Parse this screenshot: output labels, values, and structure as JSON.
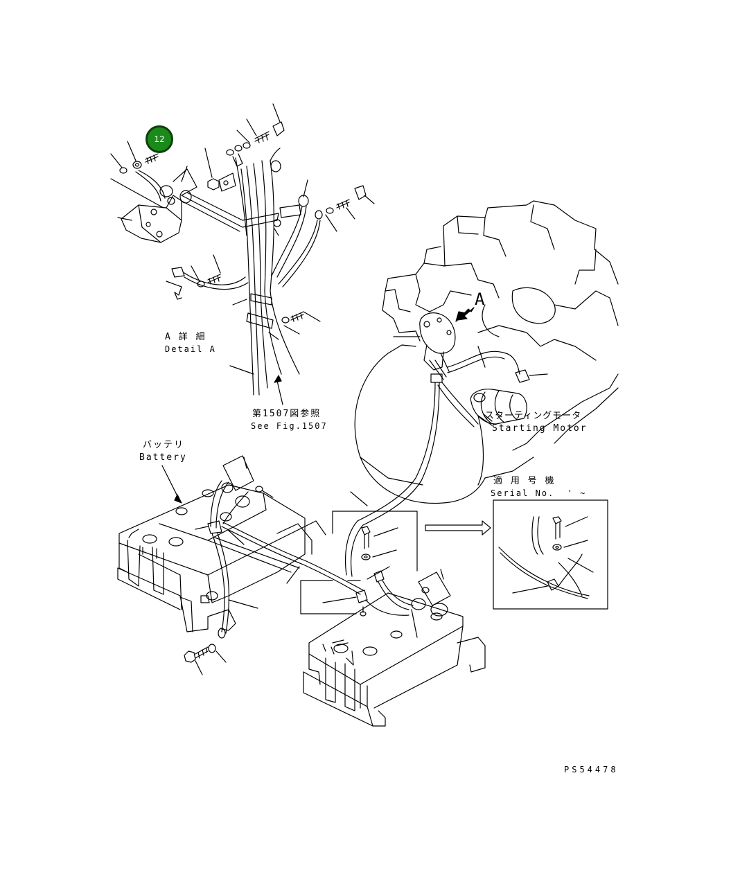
{
  "callout": {
    "number": "12",
    "fill": "#1a8a1a",
    "ring": "#0b3f0b",
    "text_color": "#ffffff"
  },
  "labels": {
    "detail_a_jp": "A 詳 細",
    "detail_a_en": "Detail A",
    "view_letter": "A",
    "see_fig_jp": "第1507図参照",
    "see_fig_en": "See Fig.1507",
    "battery_jp": "バッテリ",
    "battery_en": "Battery",
    "starting_motor_jp": "スターティングモータ",
    "starting_motor_en": "Starting Motor",
    "serial_jp": "適 用 号 機",
    "serial_en": "Serial No.  ' ~",
    "drawing_no": "PS54478"
  }
}
